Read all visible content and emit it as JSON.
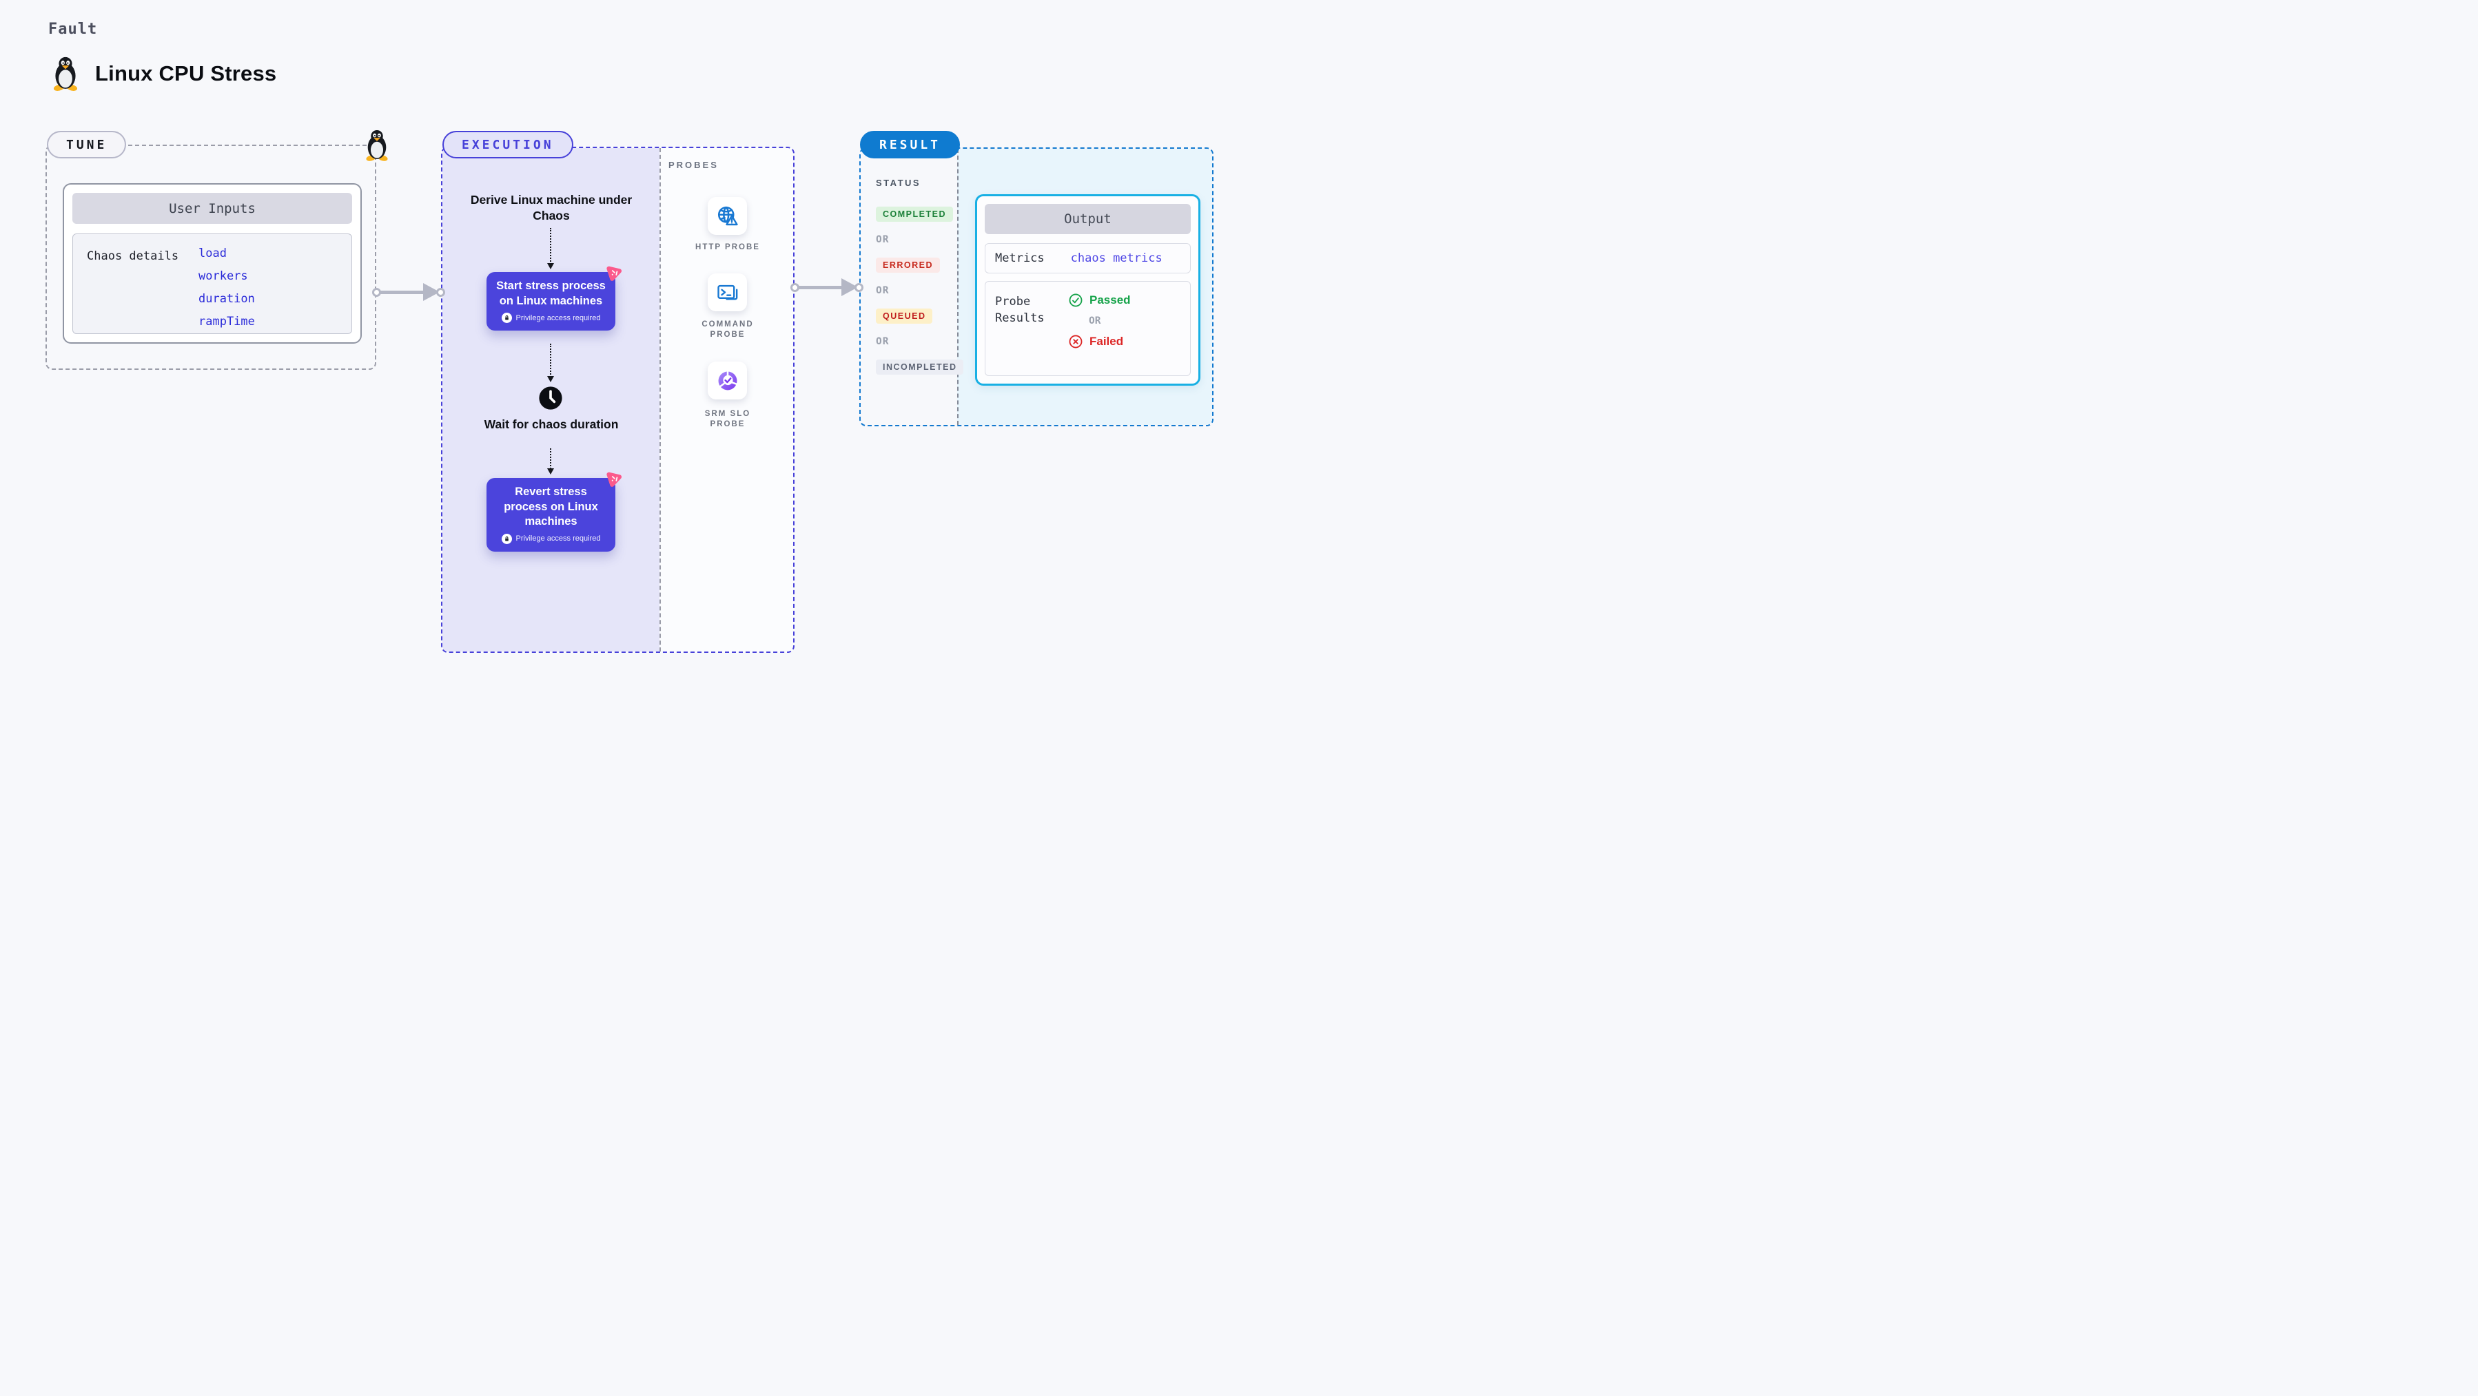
{
  "page": {
    "fault_label": "Fault",
    "title": "Linux CPU Stress"
  },
  "tune": {
    "badge": "TUNE",
    "user_inputs": {
      "header": "User Inputs",
      "row_label": "Chaos details",
      "values": [
        "load",
        "workers",
        "duration",
        "rampTime"
      ]
    }
  },
  "execution": {
    "badge": "EXECUTION",
    "derive_title": "Derive Linux machine under Chaos",
    "start": {
      "title": "Start stress process on Linux machines",
      "note": "Privilege access required"
    },
    "wait_title": "Wait for chaos duration",
    "revert": {
      "title": "Revert stress process on Linux machines",
      "note": "Privilege access required"
    }
  },
  "probes": {
    "heading": "PROBES",
    "items": [
      {
        "icon": "globe-alert-icon",
        "label": "HTTP PROBE"
      },
      {
        "icon": "terminal-icon",
        "label": "COMMAND PROBE"
      },
      {
        "icon": "slo-donut-icon",
        "label": "SRM SLO PROBE"
      }
    ]
  },
  "result": {
    "badge": "RESULT",
    "status": {
      "heading": "STATUS",
      "or": "OR",
      "items": [
        {
          "label": "COMPLETED",
          "type": "success",
          "text_color": "#1c8039",
          "bg_color": "#ddf3de"
        },
        {
          "label": "ERRORED",
          "type": "error",
          "text_color": "#c6281c",
          "bg_color": "#fbe9e8"
        },
        {
          "label": "QUEUED",
          "type": "warning",
          "text_color": "#c01e1e",
          "bg_color": "#fdf0c8"
        },
        {
          "label": "INCOMPLETED",
          "type": "neutral",
          "text_color": "#5d6475",
          "bg_color": "#ebedf4"
        }
      ]
    },
    "output": {
      "header": "Output",
      "metrics_label": "Metrics",
      "metrics_value": "chaos metrics",
      "probe_results_label": "Probe Results",
      "passed_label": "Passed",
      "or_label": "OR",
      "failed_label": "Failed"
    }
  },
  "colors": {
    "accent_indigo": "#4741d9",
    "node_indigo": "#4b44dc",
    "lavender_bg": "#e5e5f9",
    "result_blue": "#0f7bd0",
    "output_cyan_border": "#18b0e4",
    "result_cyan_bg": "#e8f5fc",
    "success_green": "#16a34a",
    "failure_red": "#dc2626",
    "input_link_blue": "#2b2bd9",
    "metrics_indigo": "#5048e5",
    "probe_icon_blue": "#1878d2",
    "litmus_pink": "#fb5a8c"
  }
}
